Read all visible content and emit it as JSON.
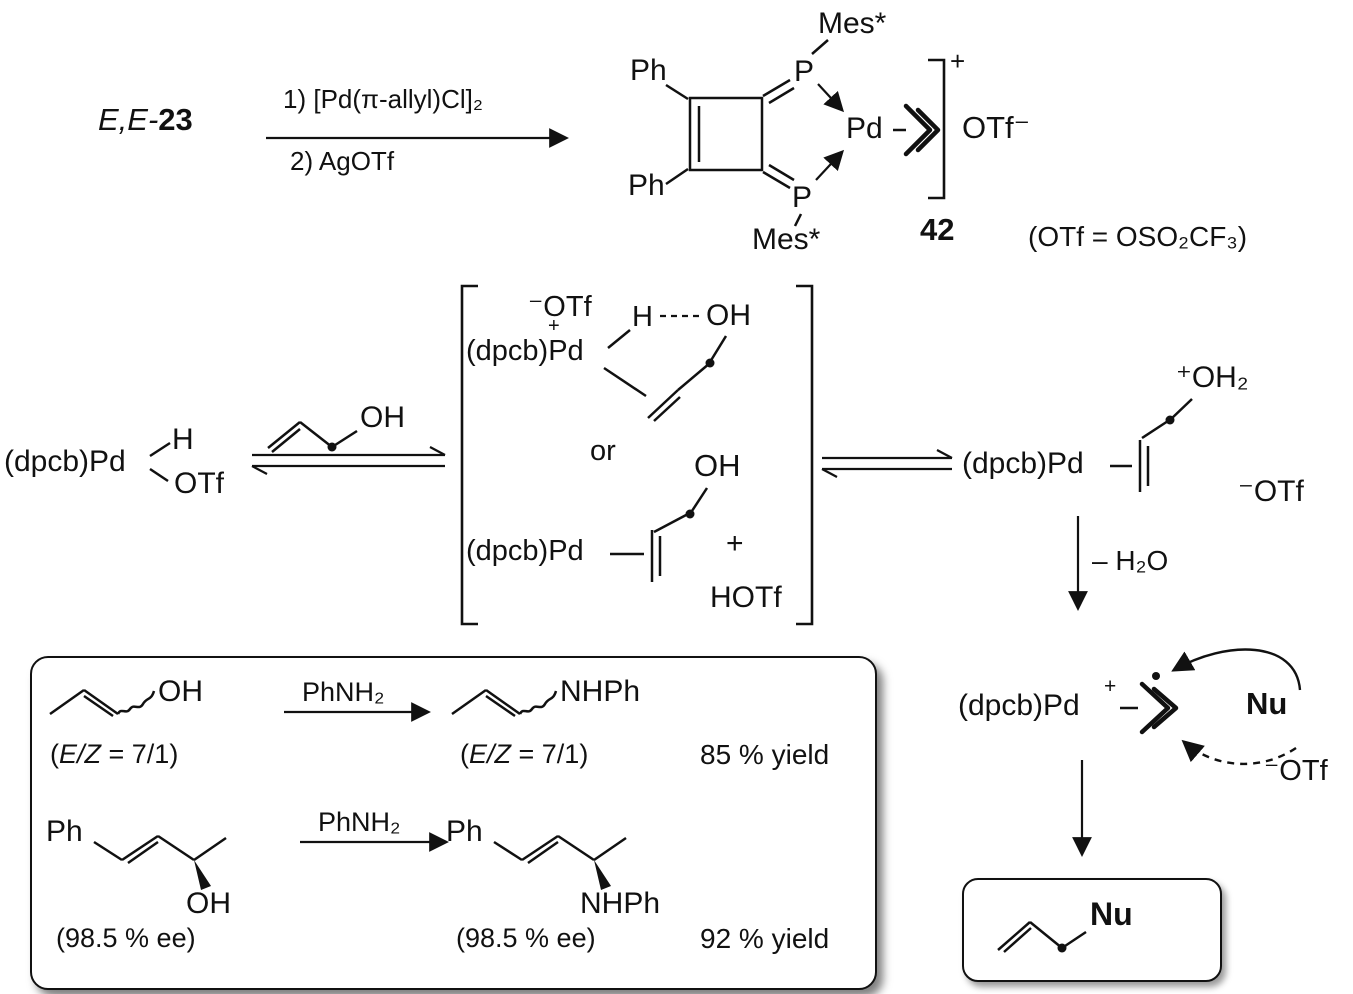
{
  "title": "Pd-catalyzed allylic substitution mechanism scheme",
  "colors": {
    "ink": "#111111",
    "background": "#ffffff"
  },
  "top_reaction": {
    "reactant_italic": "E,E-",
    "reactant_number": "23",
    "condition_1": "1) [Pd(π-allyl)Cl]₂",
    "condition_2": "2) AgOTf",
    "ph_top": "Ph",
    "ph_bottom": "Ph",
    "p_top": "P",
    "p_bottom": "P",
    "mes_top": "Mes*",
    "mes_bottom": "Mes*",
    "pd": "Pd",
    "cation_charge": "+",
    "counterion": "OTf⁻",
    "compound_number": "42",
    "otf_definition": "(OTf = OSO₂CF₃)"
  },
  "hydride_species": {
    "fragment": "(dpcb)Pd",
    "hydride": "H",
    "triflate": "OTf"
  },
  "allyl_alcohol": {
    "hydroxyl": "OH"
  },
  "bracketed_intermediates": {
    "triflate_anion": "⁻OTf",
    "fragment_top": "(dpcb)Pd",
    "charge_top": "+",
    "hydride": "H",
    "hydroxyl_top": "OH",
    "or_label": "or",
    "fragment_bottom": "(dpcb)Pd",
    "hydroxyl_bottom": "OH",
    "plus": "+",
    "hotf": "HOTf"
  },
  "aqua_species": {
    "fragment": "(dpcb)Pd",
    "oxocarbenium": "⁺OH₂",
    "triflate": "⁻OTf"
  },
  "water_loss": {
    "label": "– H₂O"
  },
  "pi_allyl_species": {
    "fragment": "(dpcb)Pd",
    "charge": "+",
    "nucleophile": "Nu",
    "triflate": "⁻OTf"
  },
  "product": {
    "nucleophile": "Nu"
  },
  "examples": {
    "row1": {
      "hydroxyl": "OH",
      "reagent": "PhNH₂",
      "amine_product": "NHPh",
      "ratio_open": "(",
      "ratio_italic": "E/Z",
      "ratio_rest": " = 7/1)",
      "yield": "85 % yield"
    },
    "row2": {
      "phenyl": "Ph",
      "hydroxyl": "OH",
      "reagent": "PhNH₂",
      "phenyl_product": "Ph",
      "amine_product": "NHPh",
      "ee": "(98.5 % ee)",
      "yield": "92 % yield"
    }
  }
}
